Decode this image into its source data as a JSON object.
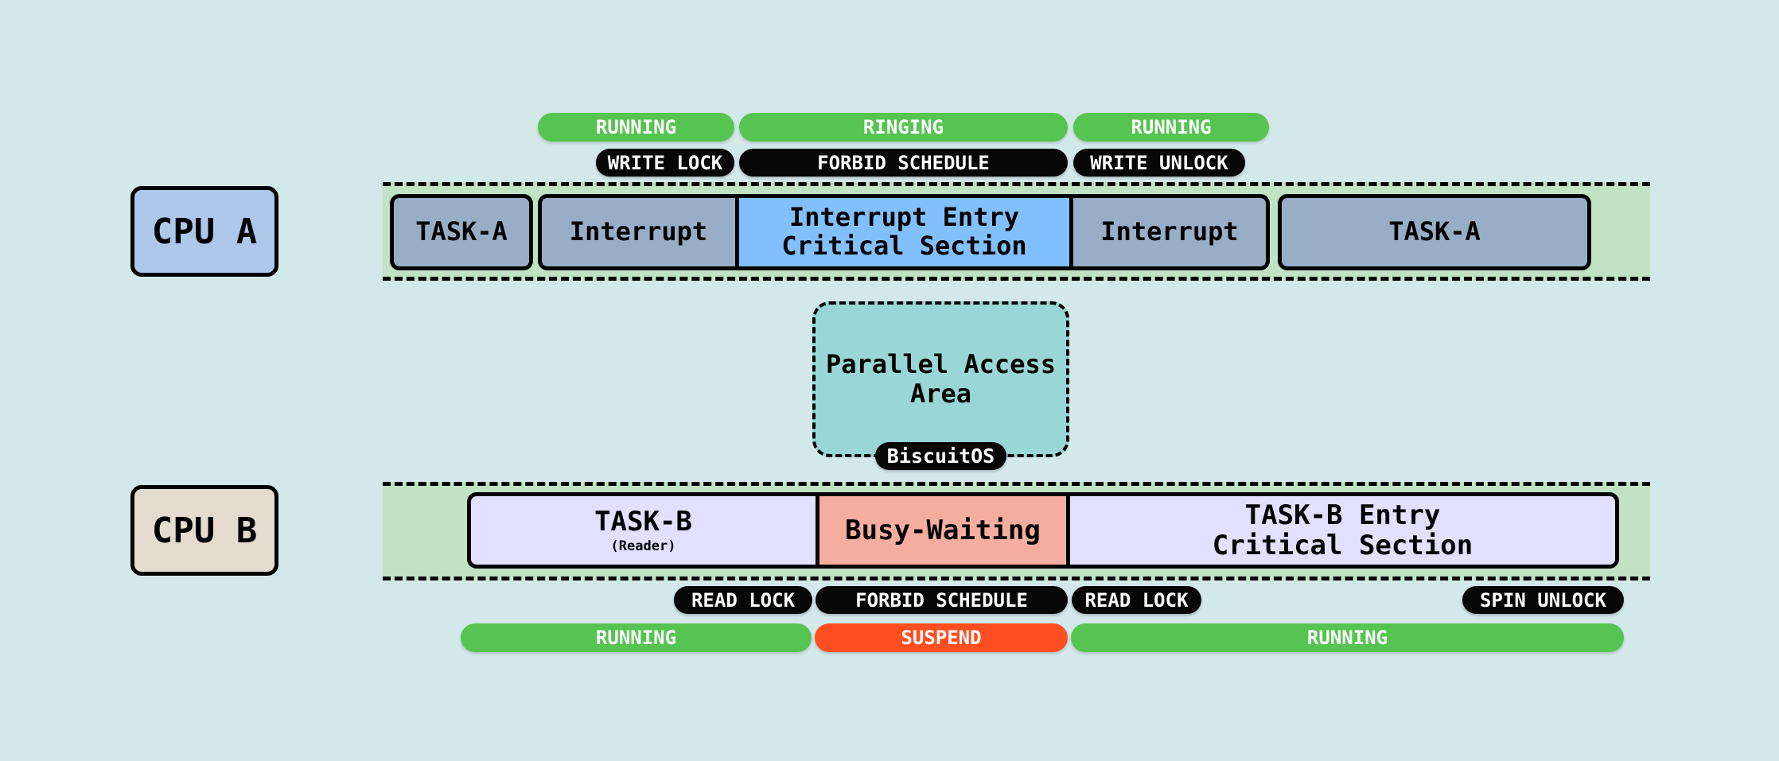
{
  "cpu_a": {
    "label": "CPU A",
    "states": [
      "RUNNING",
      "RINGING",
      "RUNNING"
    ],
    "locks": [
      "WRITE LOCK",
      "FORBID SCHEDULE",
      "WRITE UNLOCK"
    ],
    "blocks": {
      "task_a_1": "TASK-A",
      "interrupt_1": "Interrupt",
      "critical_line1": "Interrupt Entry",
      "critical_line2": "Critical Section",
      "interrupt_2": "Interrupt",
      "task_a_2": "TASK-A"
    }
  },
  "parallel_area": {
    "label_line1": "Parallel Access",
    "label_line2": "Area",
    "badge": "BiscuitOS"
  },
  "cpu_b": {
    "label": "CPU B",
    "blocks": {
      "task_b": "TASK-B",
      "task_b_sub": "(Reader)",
      "busy": "Busy-Waiting",
      "critical_line1": "TASK-B Entry",
      "critical_line2": "Critical Section"
    },
    "locks": [
      "READ LOCK",
      "FORBID SCHEDULE",
      "READ LOCK",
      "SPIN UNLOCK"
    ],
    "states": [
      "RUNNING",
      "SUSPEND",
      "RUNNING"
    ]
  },
  "colors": {
    "background": "#d3e8e9",
    "lane": "#c1e2c3",
    "running": "#56c451",
    "suspend": "#ff4f21",
    "interrupt_block": "#98aec6",
    "critical_block": "#82bffd",
    "task_b_block": "#e2e0fe",
    "busy_block": "#f5ad9f",
    "cpu_a": "#aec8ec",
    "cpu_b": "#e5dcd0",
    "parallel_area": "#99d7d6"
  }
}
